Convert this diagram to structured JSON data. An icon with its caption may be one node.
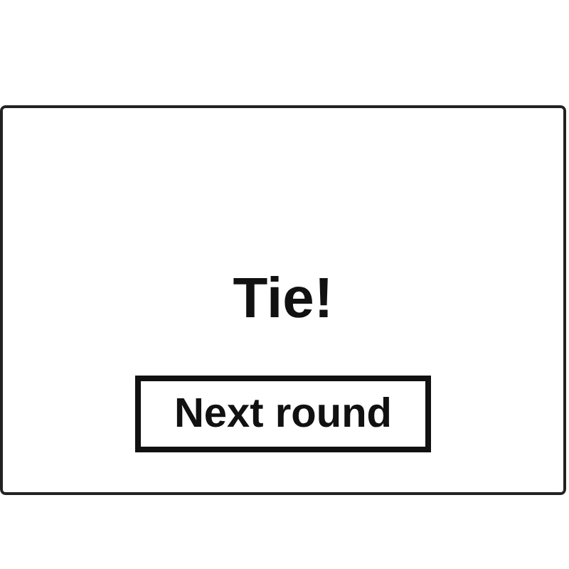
{
  "diagram": {
    "nodes": [
      {
        "text": [
          "Tie!"
        ]
      },
      {
        "text": [
          "Next round"
        ],
        "in": 0
      }
    ]
  }
}
